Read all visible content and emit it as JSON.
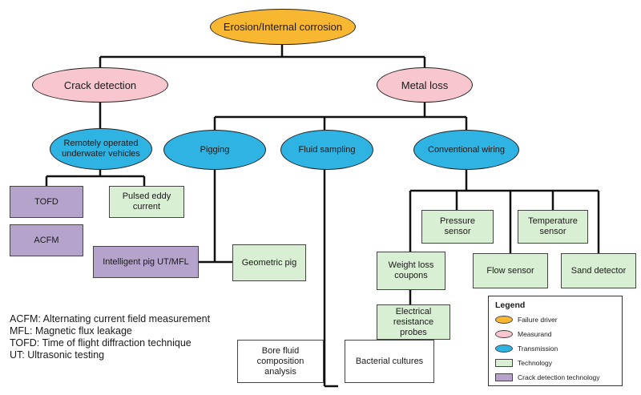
{
  "nodes": {
    "root": "Erosion/Internal corrosion",
    "crack_detection": "Crack detection",
    "metal_loss": "Metal loss",
    "rov": "Remotely operated underwater vehicles",
    "pigging": "Pigging",
    "fluid_sampling": "Fluid sampling",
    "conventional_wiring": "Conventional wiring",
    "tofd": "TOFD",
    "acfm": "ACFM",
    "pulsed_eddy": "Pulsed eddy current",
    "intelligent_pig": "Intelligent pig UT/MFL",
    "geometric_pig": "Geometric pig",
    "pressure_sensor": "Pressure sensor",
    "temperature_sensor": "Temperature sensor",
    "weight_loss": "Weight loss coupons",
    "flow_sensor": "Flow sensor",
    "sand_detector": "Sand detector",
    "er_probes": "Electrical resistance probes",
    "bore_fluid": "Bore fluid composition analysis",
    "bacterial": "Bacterial cultures"
  },
  "abbreviations": [
    "ACFM: Alternating current field measurement",
    "MFL: Magnetic flux leakage",
    "TOFD: Time of flight diffraction technique",
    "UT: Ultrasonic testing"
  ],
  "legend": {
    "title": "Legend",
    "items": [
      {
        "label": "Failure driver",
        "color": "#f7b731",
        "shape": "ellipse"
      },
      {
        "label": "Measurand",
        "color": "#f7c6cf",
        "shape": "ellipse"
      },
      {
        "label": "Transmission",
        "color": "#2fb3e3",
        "shape": "ellipse"
      },
      {
        "label": "Technology",
        "color": "#d9efd3",
        "shape": "rect"
      },
      {
        "label": "Crack detection technology",
        "color": "#b5a3cc",
        "shape": "rect"
      }
    ]
  }
}
